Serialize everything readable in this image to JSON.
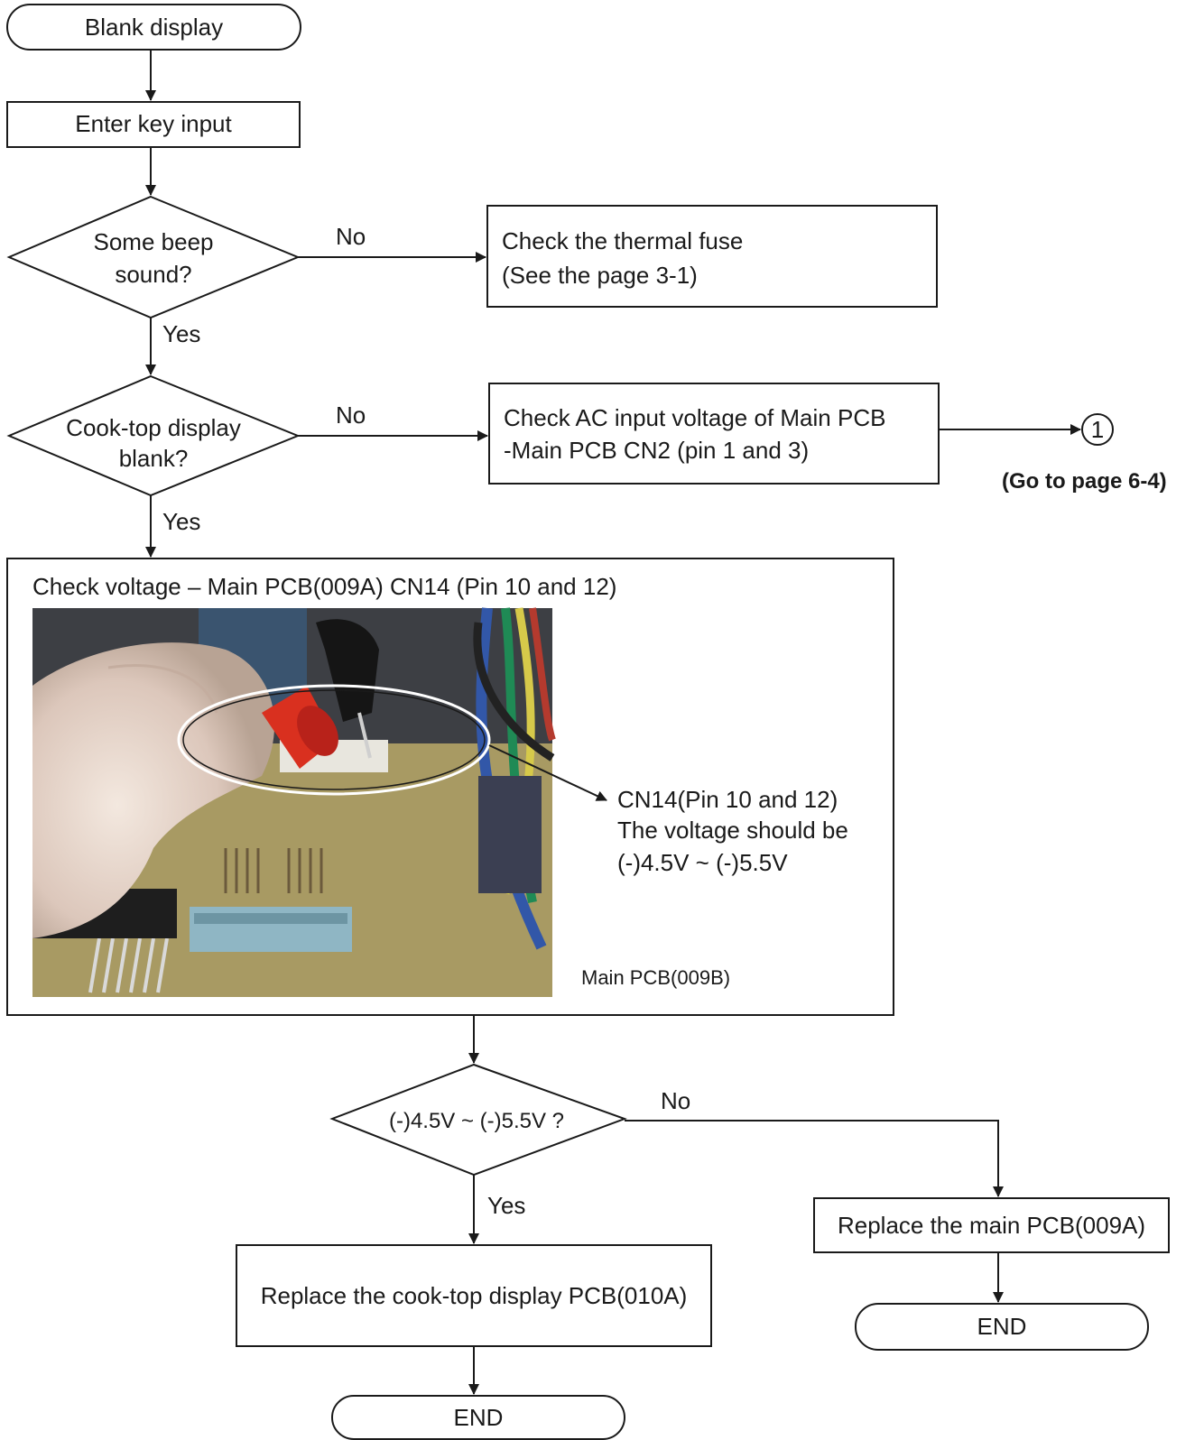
{
  "nodes": {
    "start": "Blank display",
    "enter_key": "Enter key input",
    "beep_q_line1": "Some beep",
    "beep_q_line2": "sound?",
    "thermal_line1": "Check the thermal fuse",
    "thermal_line2": "(See the page 3-1)",
    "cooktop_q_line1": "Cook-top display",
    "cooktop_q_line2": "blank?",
    "ac_line1": "Check AC input voltage  of Main PCB",
    "ac_line2": "-Main PCB CN2 (pin 1 and 3)",
    "connector_num": "1",
    "goto_page": "(Go to page 6-4)",
    "check_voltage_title": "Check voltage – Main PCB(009A) CN14 (Pin 10 and 12)",
    "callout_line1": "CN14(Pin 10 and 12)",
    "callout_line2": "The voltage should be",
    "callout_line3": "(-)4.5V ~ (-)5.5V",
    "photo_caption": "Main PCB(009B)",
    "range_q": "(-)4.5V ~ (-)5.5V ?",
    "replace_main": "Replace the main PCB(009A)",
    "replace_display": "Replace the cook-top display PCB(010A)",
    "end_left": "END",
    "end_right": "END"
  },
  "edge_labels": {
    "no1": "No",
    "yes1": "Yes",
    "no2": "No",
    "yes2": "Yes",
    "no3": "No",
    "yes3": "Yes"
  }
}
